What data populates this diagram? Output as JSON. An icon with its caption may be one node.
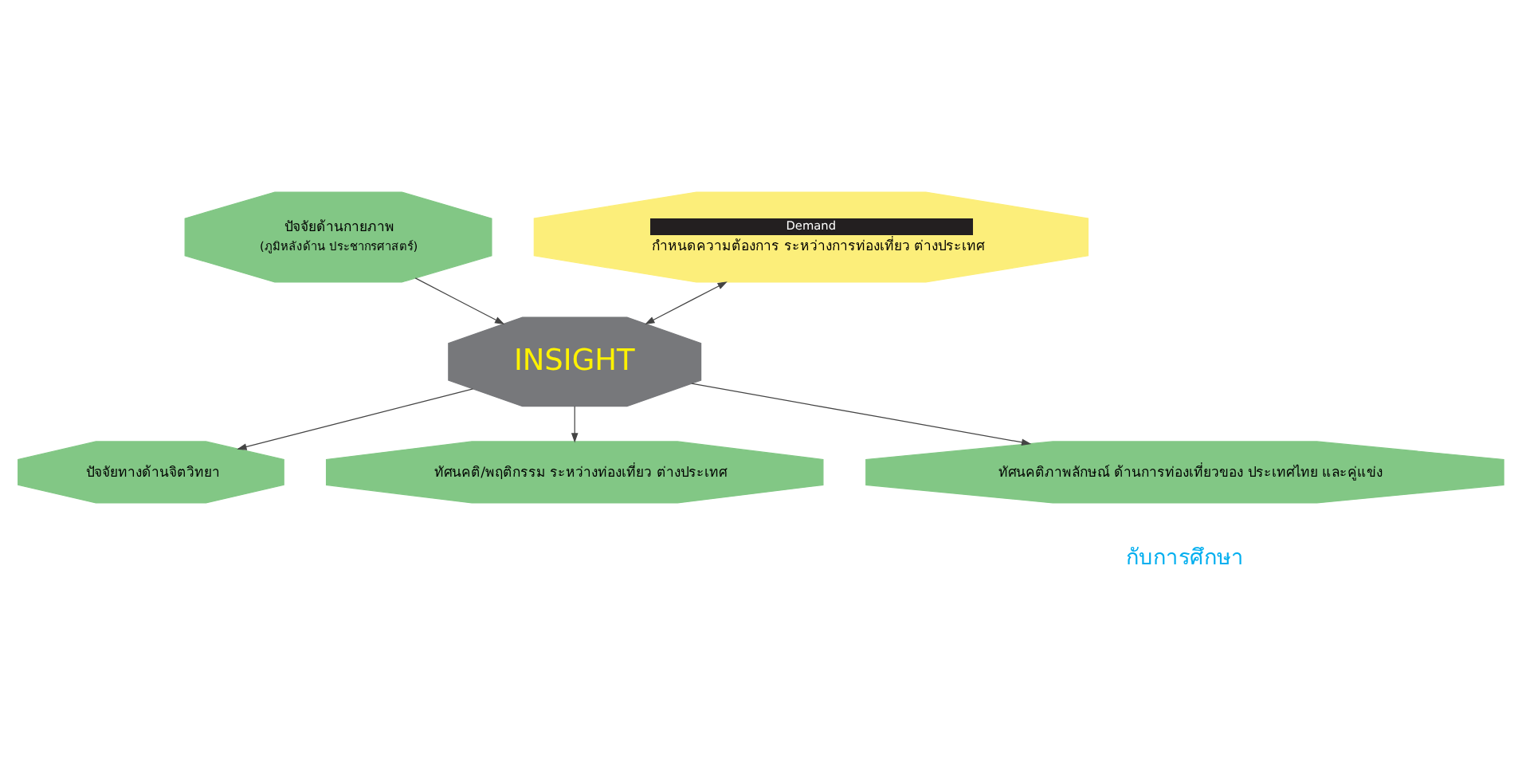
{
  "diagram": {
    "nodes": [
      {
        "text": [
          "ปัจจัยด้านกายภาพ",
          "(ภูมิหลังด้าน ประชากรศาสตร์)"
        ]
      },
      {
        "text": [
          "Demand",
          "กำหนดความต้องการ ระหว่างการท่องเที่ยว ต่างประเทศ"
        ]
      },
      {
        "text": [
          "INSIGHT"
        ]
      },
      {
        "text": [
          "ปัจจัยทางด้านจิตวิทยา"
        ]
      },
      {
        "text": [
          "ทัศนคติ/พฤติกรรม ระหว่างท่องเที่ยว ต่างประเทศ"
        ]
      },
      {
        "text": [
          "ทัศนคติภาพลักษณ์ ด้านการท่องเที่ยวของ ประเทศไทย และคู่แข่ง"
        ]
      }
    ],
    "edges": [
      {
        "from": 0,
        "to": 2,
        "arrow": "to"
      },
      {
        "from": 2,
        "to": 1,
        "arrow": "both"
      },
      {
        "from": 2,
        "to": 3,
        "arrow": "to"
      },
      {
        "from": 2,
        "to": 5,
        "arrow": "to"
      },
      {
        "from": 2,
        "to": 4,
        "arrow": "to"
      }
    ],
    "labels": [
      "กับการศึกษา"
    ]
  }
}
